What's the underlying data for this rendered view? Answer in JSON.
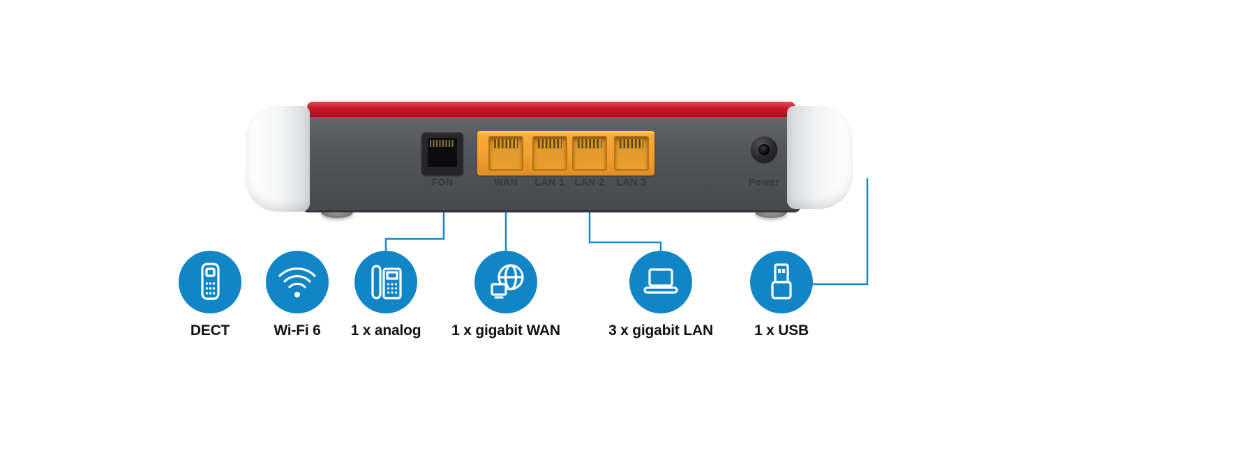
{
  "router": {
    "ports": {
      "fon": "FON",
      "wan": "WAN",
      "lan1": "LAN 1",
      "lan2": "LAN 2",
      "lan3": "LAN 3",
      "power": "Power"
    }
  },
  "features": [
    {
      "label": "DECT",
      "icon": "dect-handset-icon"
    },
    {
      "label": "Wi-Fi 6",
      "icon": "wifi-icon"
    },
    {
      "label": "1 x analog",
      "icon": "analog-phone-icon"
    },
    {
      "label": "1 x gigabit WAN",
      "icon": "globe-wan-icon"
    },
    {
      "label": "3 x gigabit LAN",
      "icon": "laptop-lan-icon"
    },
    {
      "label": "1 x USB",
      "icon": "usb-plug-icon"
    }
  ],
  "colors": {
    "accent_blue": "#1086c6",
    "router_red": "#c81626",
    "router_gray": "#54565b",
    "port_orange": "#ef9d30",
    "background": "#ffffff"
  }
}
